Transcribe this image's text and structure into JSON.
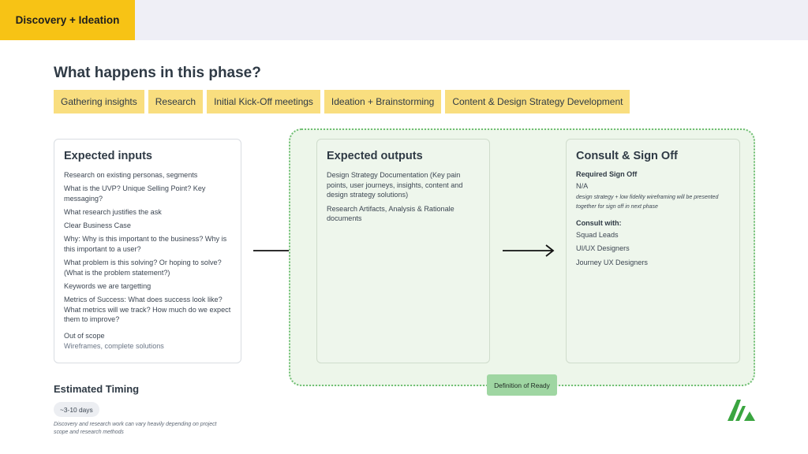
{
  "header": {
    "phase_tab": "Discovery + Ideation"
  },
  "main": {
    "heading": "What happens in this phase?",
    "chips": [
      "Gathering insights",
      "Research",
      "Initial Kick-Off meetings",
      "Ideation + Brainstorming",
      "Content & Design Strategy Development"
    ]
  },
  "inputs": {
    "title": "Expected inputs",
    "items": [
      "Research on existing personas, segments",
      "What is the UVP? Unique Selling Point? Key messaging?",
      "What research justifies the ask",
      "Clear Business Case",
      "Why: Why is this important to the business? Why is this important to a user?",
      "What problem is this solving? Or hoping to solve? (What is the problem statement?)",
      "Keywords we are targetting",
      "Metrics of Success: What does success look like? What metrics will we track? How much do we expect them to improve?"
    ],
    "out_of_scope_label": "Out of scope",
    "out_of_scope_value": "Wireframes, complete solutions"
  },
  "outputs": {
    "title": "Expected outputs",
    "items": [
      "Design Strategy Documentation (Key pain points, user journeys, insights, content and design strategy solutions)",
      "Research Artifacts, Analysis & Rationale documents"
    ]
  },
  "consult": {
    "title": "Consult & Sign Off",
    "required_label": "Required Sign Off",
    "required_value": "N/A",
    "required_note": "design strategy + low fidelity wireframing will be presented together for sign off in next phase",
    "consult_label": "Consult with:",
    "consult_items": [
      "Squad Leads",
      "UI/UX Designers",
      "Journey UX Designers"
    ]
  },
  "definition_of_ready": "Definition of Ready",
  "timing": {
    "title": "Estimated Timing",
    "badge": "~3-10 days",
    "note": "Discovery and research work can vary heavily depending on project scope and research methods"
  },
  "colors": {
    "accent_yellow": "#f7c315",
    "chip_yellow": "#f9de7f",
    "zone_green": "#edf6ea",
    "zone_border": "#6fbf73",
    "badge_green": "#9fd6a2",
    "logo_green": "#3aa540"
  },
  "icons": {
    "arrow": "right-arrow-icon",
    "logo": "brand-logo-icon"
  }
}
